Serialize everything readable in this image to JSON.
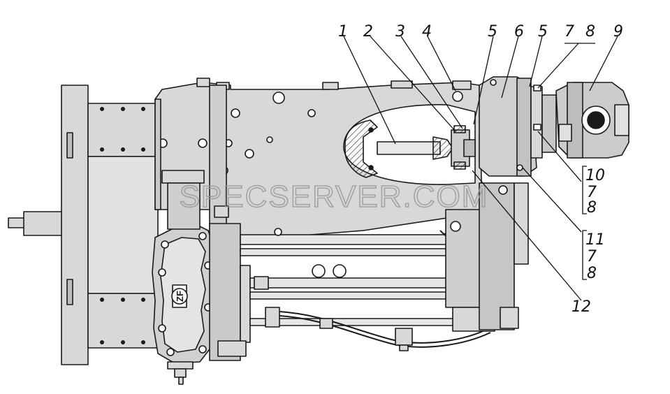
{
  "diagram": {
    "callouts_top": [
      "1",
      "2",
      "3",
      "4",
      "5",
      "6",
      "5",
      "7",
      "8",
      "9"
    ],
    "group_a": [
      "10",
      "7",
      "8"
    ],
    "group_b": [
      "11",
      "7",
      "8"
    ],
    "callout_bottom": "12",
    "logo_text": "ZF",
    "watermark": "SPECSERVER.COM"
  },
  "colors": {
    "fill": "#d8d8d8",
    "fill_dark": "#bdbdbd",
    "line": "#1a1a1a",
    "bg": "#ffffff"
  }
}
